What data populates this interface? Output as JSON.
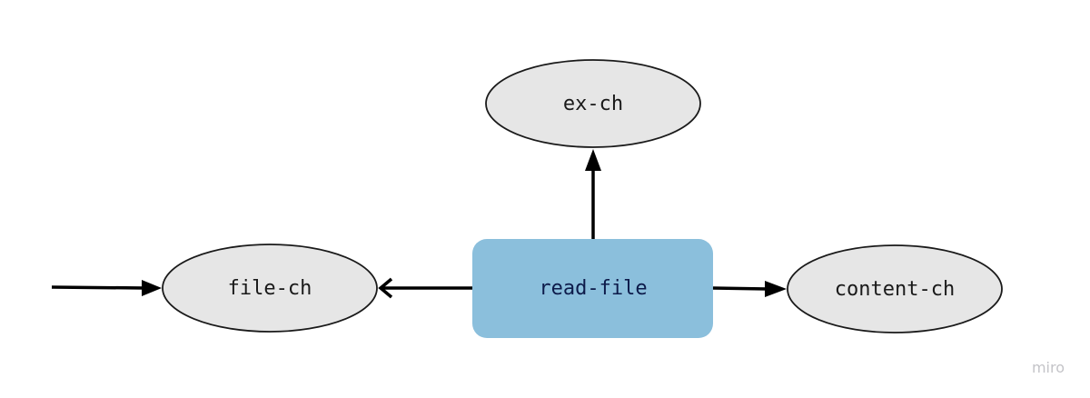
{
  "diagram": {
    "nodes": {
      "ex_ch": {
        "label": "ex-ch",
        "shape": "ellipse",
        "fill": "#e6e6e6"
      },
      "file_ch": {
        "label": "file-ch",
        "shape": "ellipse",
        "fill": "#e6e6e6"
      },
      "read_file": {
        "label": "read-file",
        "shape": "rounded-rectangle",
        "fill": "#8bbfdc"
      },
      "content_ch": {
        "label": "content-ch",
        "shape": "ellipse",
        "fill": "#e6e6e6"
      }
    },
    "edges": [
      {
        "from": "external-input",
        "to": "file-ch",
        "arrowhead": "filled"
      },
      {
        "from": "read-file",
        "to": "file-ch",
        "arrowhead": "open"
      },
      {
        "from": "read-file",
        "to": "ex-ch",
        "arrowhead": "filled"
      },
      {
        "from": "read-file",
        "to": "content-ch",
        "arrowhead": "filled"
      }
    ]
  },
  "watermark": {
    "text": "miro",
    "color": "#c4c4c8"
  },
  "colors": {
    "edge": "#000000",
    "node_border": "#1a1a1a",
    "channel_fill": "#e6e6e6",
    "process_fill": "#8bbfdc"
  }
}
